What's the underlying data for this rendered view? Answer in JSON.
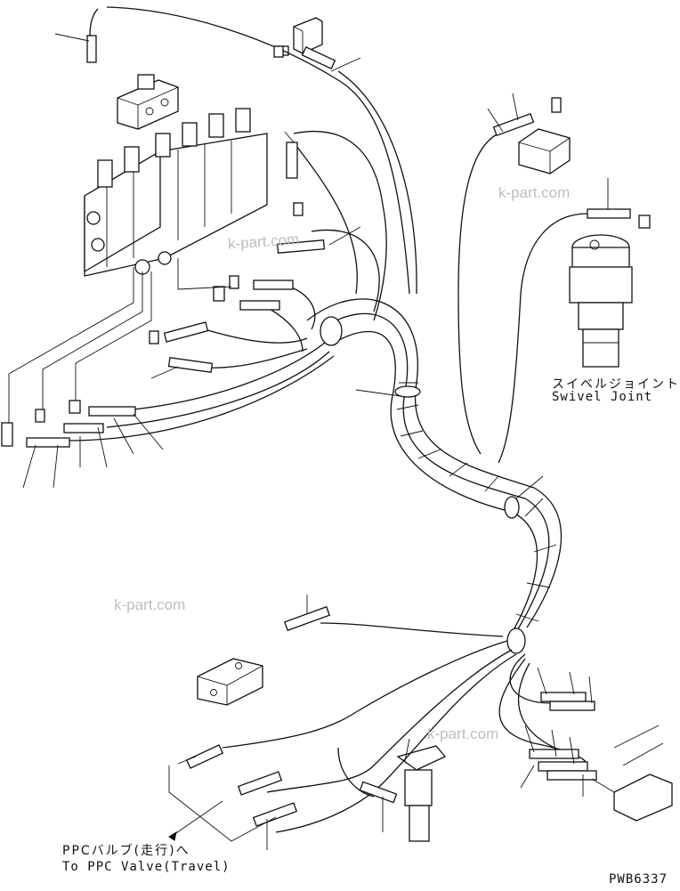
{
  "labels": {
    "swivel_jp": "スイベルジョイント",
    "swivel_en": "Swivel Joint",
    "ppc_jp": "PPCバルブ(走行)へ",
    "ppc_en": "To PPC Valve(Travel)",
    "drawing_no": "PWB6337"
  },
  "watermark": "k-part.com",
  "colors": {
    "line": "#111111",
    "watermark": "#bdbdbd",
    "background": "#ffffff"
  }
}
